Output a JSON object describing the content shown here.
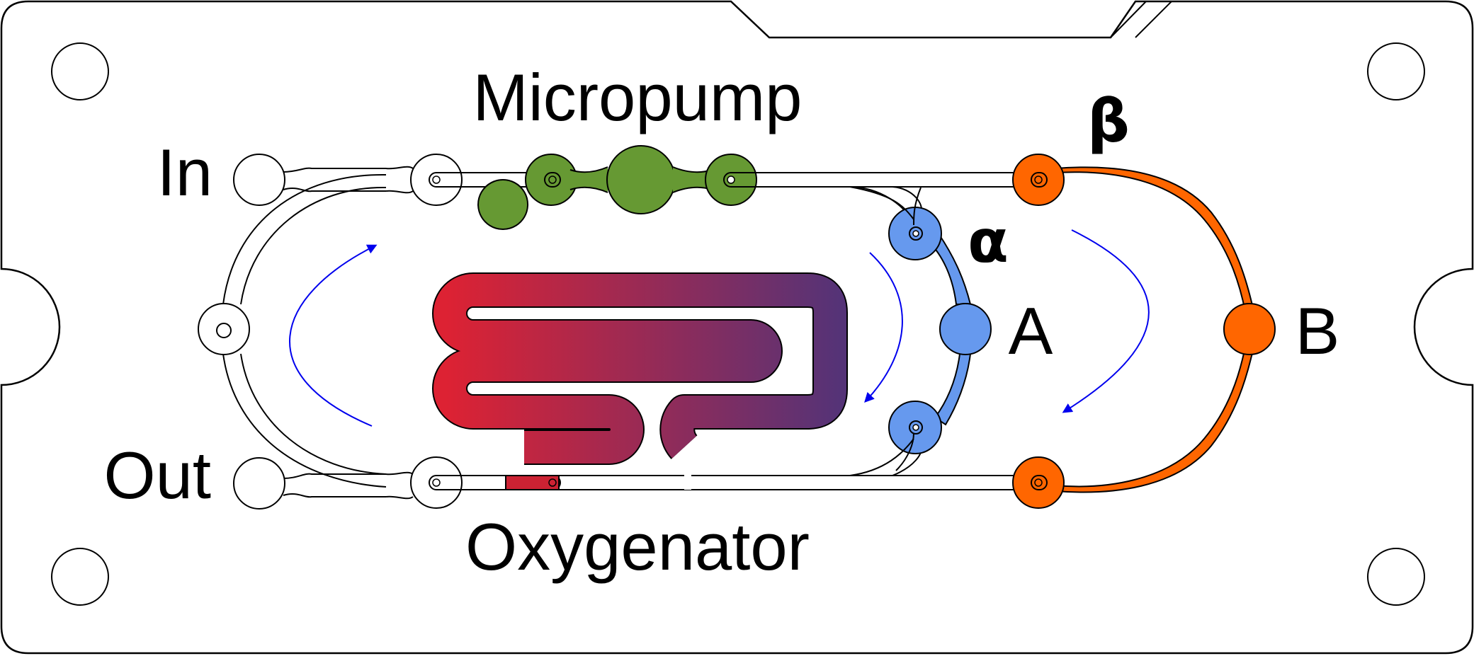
{
  "labels": {
    "micropump": "Micropump",
    "oxygenator": "Oxygenator",
    "inlet": "In",
    "outlet": "Out",
    "alpha": "α",
    "beta": "β",
    "chamber_a": "A",
    "chamber_b": "B"
  },
  "colors": {
    "pump": "#669933",
    "loop_a": "#6699ee",
    "loop_b": "#ff6600",
    "oxygenator_start": "#dd2233",
    "oxygenator_end": "#553377",
    "flow_arrows": "#0000ee",
    "outline": "#000000"
  },
  "icons": {
    "flow_arrow": "curved-arrow",
    "mount_hole": "circle"
  }
}
